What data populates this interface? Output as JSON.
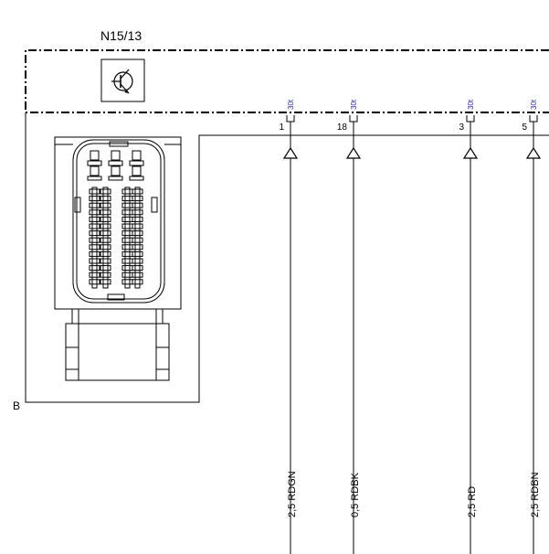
{
  "component": {
    "id": "N15/13",
    "connector_label": "B",
    "symbol": "transistor-icon"
  },
  "pins": [
    {
      "number": "1",
      "signal": "30t",
      "wire": "2,5 RDGN"
    },
    {
      "number": "18",
      "signal": "30t",
      "wire": "0,5 RDBK"
    },
    {
      "number": "3",
      "signal": "30t",
      "wire": "2,5 RD"
    },
    {
      "number": "5",
      "signal": "30t",
      "wire": "2,5 RDBN"
    }
  ],
  "colors": {
    "line": "#000000",
    "signal_text": "#2a2aa0"
  }
}
